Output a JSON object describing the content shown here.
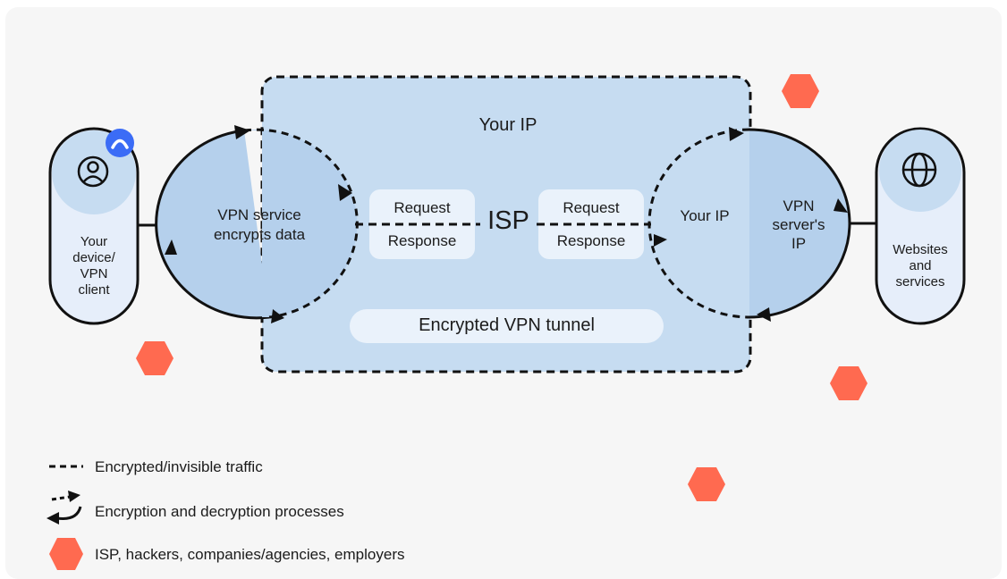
{
  "colors": {
    "tunnel_fill": "#c6dcf1",
    "node_fill": "#e6eefa",
    "node_head": "#c6dcf1",
    "circle_fill": "#b5d0ec",
    "pill_fill": "#eaf2fb",
    "stroke": "#111111",
    "threat": "#ff6a50",
    "badge": "#3b6cf6"
  },
  "device": {
    "label": "Your device/ VPN client",
    "icon": "user-icon",
    "badge_icon": "vpn-badge-icon"
  },
  "websites": {
    "label": "Websites and services",
    "icon": "globe-icon"
  },
  "tunnel": {
    "top_label": "Your IP",
    "bottom_label": "Encrypted VPN tunnel"
  },
  "left_circle": {
    "label": "VPN service encrypts data"
  },
  "right_circle": {
    "inner_label": "Your IP",
    "outer_label": "VPN server's IP"
  },
  "isp": {
    "label": "ISP"
  },
  "left_pill": {
    "request": "Request",
    "response": "Response"
  },
  "right_pill": {
    "request": "Request",
    "response": "Response"
  },
  "legend": [
    {
      "icon": "dashed-line-icon",
      "text": "Encrypted/invisible traffic"
    },
    {
      "icon": "cycle-arrows-icon",
      "text": "Encryption and decryption processes"
    },
    {
      "icon": "threat-hexagon-icon",
      "text": "ISP, hackers, companies/agencies, employers"
    }
  ]
}
